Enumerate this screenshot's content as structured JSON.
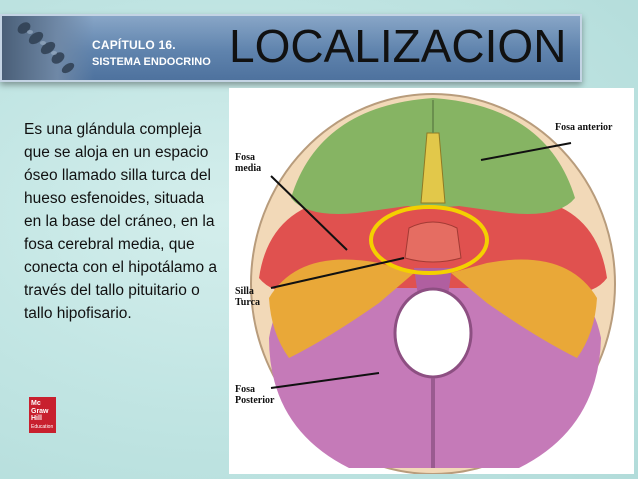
{
  "header": {
    "chapter": "CAPÍTULO 16.",
    "chapter_subtitle": "SISTEMA ENDOCRINO"
  },
  "slide": {
    "title": "LOCALIZACION",
    "body": "Es una glándula compleja que se aloja en un espacio óseo llamado silla turca del hueso esfenoides, situada en la base del cráneo, en la fosa cerebral media, que conecta con el hipotálamo a través del tallo pituitario o tallo hipofisario."
  },
  "figure": {
    "labels": {
      "fosa_anterior": "Fosa anterior",
      "fosa_media_1": "Fosa",
      "fosa_media_2": "media",
      "silla_turca_1": "Silla",
      "silla_turca_2": "Turca",
      "fosa_posterior_1": "Fosa",
      "fosa_posterior_2": "Posterior"
    },
    "colors": {
      "anterior": "#86b463",
      "media": "#e0514f",
      "petrous": "#e9a838",
      "posterior": "#c57ab8",
      "highlight": "#f4d000"
    }
  },
  "logo": {
    "line1": "Mc",
    "line2": "Graw",
    "line3": "Hill",
    "line4": "Education"
  }
}
